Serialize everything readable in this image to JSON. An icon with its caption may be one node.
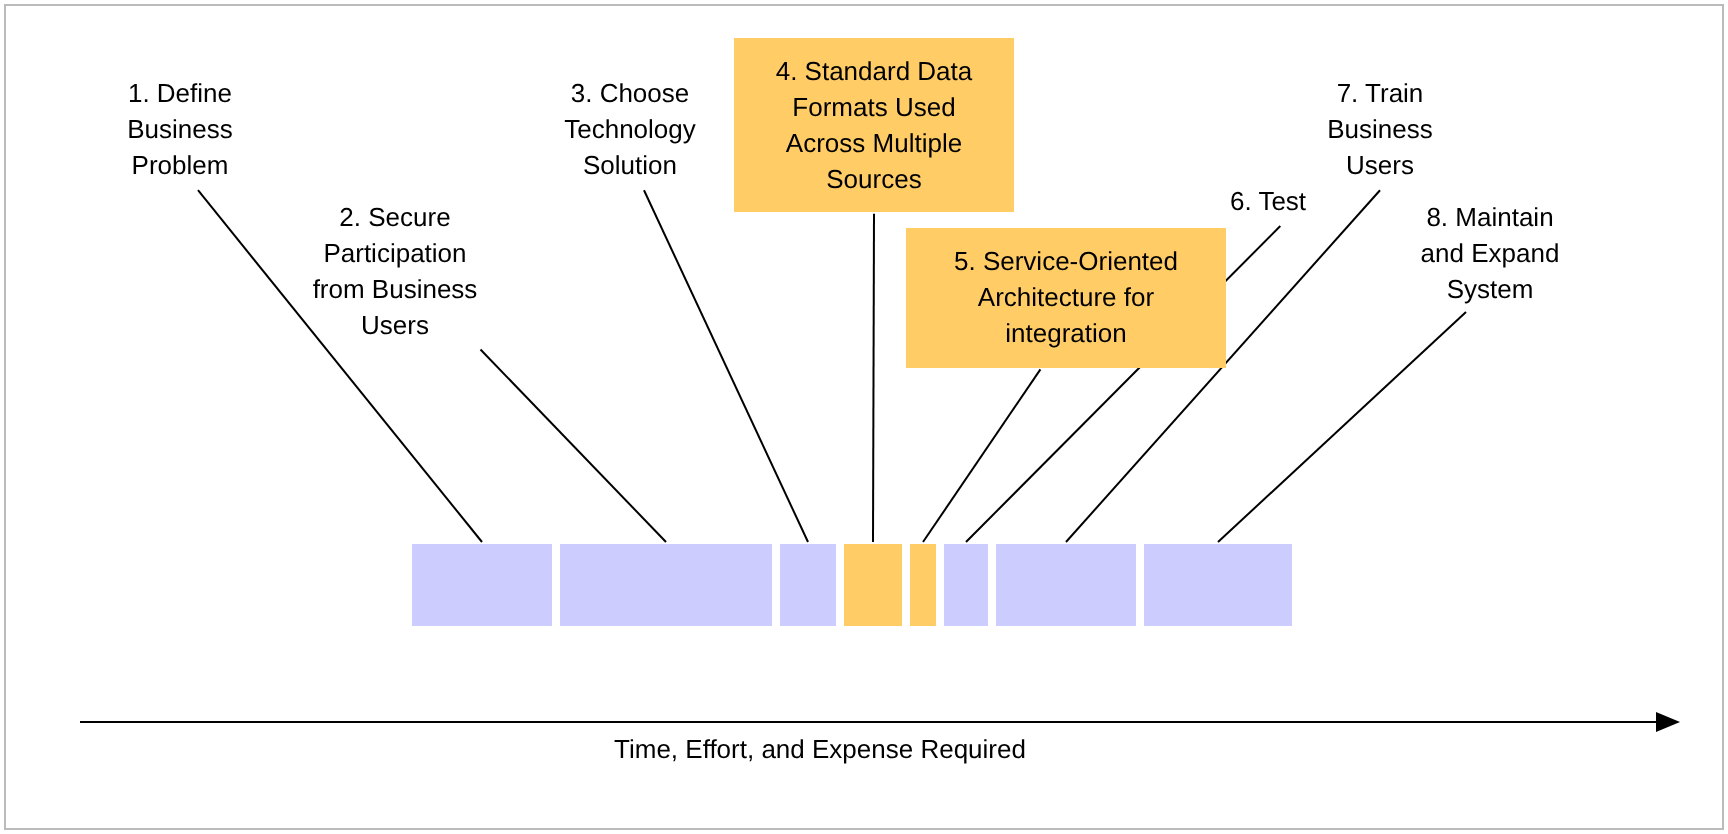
{
  "diagram": {
    "nodes": [
      {
        "text": [
          "1. Define Business Problem"
        ]
      },
      {
        "text": [
          "2. Secure Participation from Business Users"
        ]
      },
      {
        "text": [
          "3. Choose Technology Solution"
        ]
      },
      {
        "text": [
          "4. Standard Data Formats Used Across Multiple Sources"
        ]
      },
      {
        "text": [
          "5. Service-Oriented Architecture for integration"
        ]
      },
      {
        "text": [
          "6. Test"
        ]
      },
      {
        "text": [
          "7. Train Business Users"
        ]
      },
      {
        "text": [
          "8. Maintain and Expand System"
        ]
      },
      {
        "text": [],
        "shape": "bar"
      },
      {
        "text": [],
        "shape": "bar"
      },
      {
        "text": [],
        "shape": "bar"
      },
      {
        "text": [],
        "shape": "bar"
      },
      {
        "text": [],
        "shape": "bar"
      },
      {
        "text": [],
        "shape": "bar"
      },
      {
        "text": [],
        "shape": "bar"
      },
      {
        "text": [],
        "shape": "bar"
      }
    ],
    "edges": [
      {
        "from": 0,
        "to": 8,
        "arrow": "none"
      },
      {
        "from": 1,
        "to": 9,
        "arrow": "none"
      },
      {
        "from": 2,
        "to": 10,
        "arrow": "none"
      },
      {
        "from": 3,
        "to": 11,
        "arrow": "none"
      },
      {
        "from": 4,
        "to": 12,
        "arrow": "none"
      },
      {
        "from": 5,
        "to": 13,
        "arrow": "none"
      },
      {
        "from": 6,
        "to": 14,
        "arrow": "none"
      },
      {
        "from": 7,
        "to": 15,
        "arrow": "none"
      }
    ],
    "labels": [
      "Time, Effort, and Expense Required"
    ]
  }
}
